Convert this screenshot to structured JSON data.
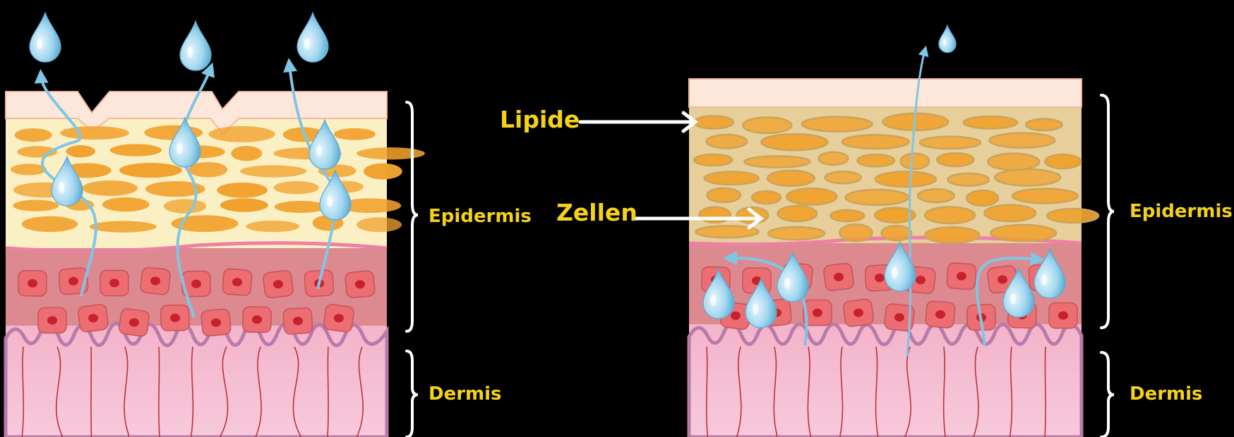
{
  "labels": {
    "left_epidermis": "Epidermis",
    "left_dermis": "Dermis",
    "right_epidermis": "Epidermis",
    "right_dermis": "Dermis",
    "lipide": "Lipide",
    "zellen": "Zellen"
  },
  "colors": {
    "background": "#000000",
    "label": "#f5d21a",
    "surface": "#fde7db",
    "stratum_corneum_left": "#fbefc4",
    "stratum_corneum_right": "#e6cf9a",
    "corneocyte": "#f1a22e",
    "living_epidermis": "#dc8a8f",
    "cell": "#ec6e72",
    "nucleus": "#c8202c",
    "dermis": "#f5c2d6",
    "vessel": "#b9323c",
    "water": "#7fc6e6",
    "arrow_white": "#ffffff"
  },
  "icons": [
    "water-drop-icon",
    "arrow-icon",
    "curly-brace-icon"
  ]
}
